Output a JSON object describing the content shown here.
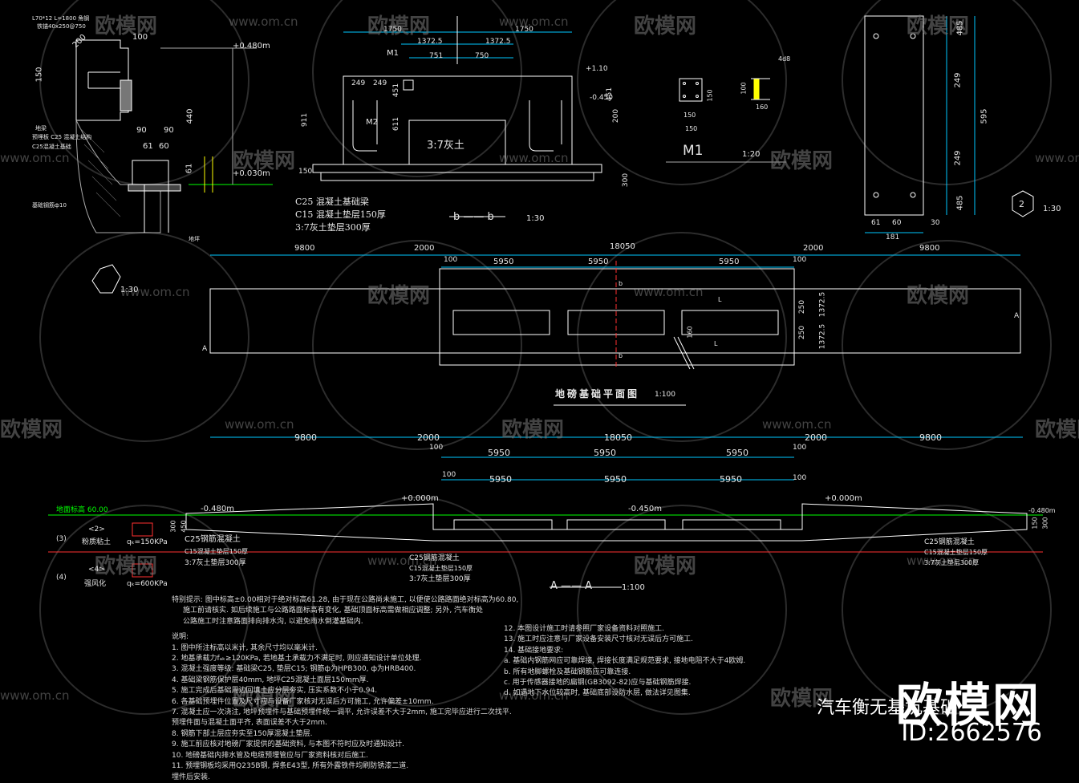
{
  "watermark": {
    "brand": "欧模网",
    "url": "www.om.cn"
  },
  "detail_left": {
    "dims": [
      "100",
      "200",
      "150",
      "440",
      "90",
      "90",
      "61",
      "60",
      "61",
      "+0.480m",
      "+0.030m"
    ],
    "callout": "1:30",
    "notes": [
      "L70*12 L=1800 角钢",
      "铁锚40x250@750",
      "地梁",
      "预埋板 C25 混凝土结构",
      "C25混凝土基础",
      "基础钢筋ф10",
      "地坪"
    ]
  },
  "section_bb": {
    "dims": [
      "1750",
      "1750",
      "1372.5",
      "1372.5",
      "751",
      "750",
      "249",
      "249",
      "911",
      "611",
      "451",
      "451",
      "-0.450",
      "+1.10",
      "200",
      "150",
      "300"
    ],
    "labels": [
      "M1",
      "M2",
      "3:7灰土"
    ],
    "layers": [
      "C25 混凝土基础梁",
      "C15 混凝土垫层150厚",
      "3:7灰土垫层300厚"
    ],
    "title": "b —— b",
    "scale": "1:30"
  },
  "m1": {
    "label": "M1",
    "scale": "1:20",
    "dims": [
      "150",
      "150",
      "150",
      "100",
      "160",
      "4d8"
    ]
  },
  "plate_detail": {
    "dims": [
      "485",
      "249",
      "595",
      "249",
      "485",
      "61",
      "60",
      "30",
      "181"
    ],
    "callout": "2",
    "scale": "1:30"
  },
  "plan": {
    "title": "地磅基础平面图",
    "scale": "1:100",
    "dims_top": [
      "9800",
      "2000",
      "18050",
      "2000",
      "9800"
    ],
    "dims_mid": [
      "100",
      "5950",
      "5950",
      "5950",
      "100"
    ],
    "labels": [
      "A",
      "A",
      "b",
      "b",
      "1372.5",
      "1372.5",
      "250",
      "250",
      "L",
      "L",
      "160"
    ]
  },
  "section_aa": {
    "title": "A —— A",
    "scale": "1:100",
    "dims_top": [
      "9800",
      "2000",
      "18050",
      "2000",
      "9800"
    ],
    "dims_row1": [
      "100",
      "5950",
      "5950",
      "5950",
      "100"
    ],
    "dims_row2": [
      "100",
      "5950",
      "5950",
      "5950",
      "100"
    ],
    "elevations": [
      "-0.480m",
      "+0.000m",
      "-0.450m",
      "+0.000m",
      "-0.480m"
    ],
    "ground": "地面标高 60.00",
    "soil_legend": [
      {
        "num": "(3)",
        "code": "<2>",
        "name": "粉质粘土",
        "q": "qₖ=150KPa"
      },
      {
        "num": "(4)",
        "code": "<4>",
        "name": "强风化",
        "q": "qₖ=600KPa"
      }
    ],
    "layers_left": [
      "C25钢筋混凝土",
      "C15混凝土垫层150厚",
      "3:7灰土垫层300厚"
    ],
    "layers_mid": [
      "C25钢筋混凝土",
      "C15混凝土垫层150厚",
      "3:7灰土垫层300厚"
    ],
    "layers_right": [
      "C25钢筋混凝土",
      "C15混凝土垫层150厚",
      "3:7灰土垫层300厚"
    ],
    "dims_side": [
      "300",
      "450",
      "150",
      "300"
    ]
  },
  "notes_left": [
    "特别提示: 图中标高±0.00相对于绝对标高61.28, 由于现在公路尚未施工, 以便使公路路面绝对标高为60.80,",
    "施工前请核实. 如后续施工与公路路面标高有变化, 基础顶面标高需做相应调整; 另外, 汽车衡处",
    "公路施工时注意路面排向排水沟, 以避免雨水倒灌基础内.",
    "说明:",
    "1. 图中所注标高以米计, 其余尺寸均以毫米计.",
    "2. 地基承载力fₐₖ≥120KPa, 若地基土承载力不满足时, 则应通知设计单位处理.",
    "3. 混凝土强度等级: 基础梁C25, 垫层C15; 钢筋ф为HPB300, ф为HRB400.",
    "4. 基础梁钢筋保护层40mm, 地坪C25混凝土面层150mm厚.",
    "5. 施工完成后基础周边回填土应分层夯实, 压实系数不小于0.94.",
    "6. 各基础预埋件位置及尺寸应与设备厂家核对无误后方可施工, 允许偏差±10mm.",
    "7. 混凝土应一次浇注, 地坪预埋件与基础预埋件统一调平, 允许误差不大于2mm, 施工完毕应进行二次找平.",
    "   预埋件面与混凝土面平齐, 表面误差不大于2mm.",
    "8. 钢筋下部土层应夯实至150厚混凝土垫层.",
    "9. 施工前应核对地磅厂家提供的基础资料, 与本图不符时应及时通知设计.",
    "10. 地磅基础内排水管及电缆预埋管应与厂家资料核对后施工.",
    "11. 预埋钢板均采用Q235B钢, 焊条E43型, 所有外露铁件均刷防锈漆二道.",
    "    埋件后安装."
  ],
  "notes_right": [
    "12. 本图设计施工时请参照厂家设备资料对照施工.",
    "13. 施工时应注意与厂家设备安装尺寸核对无误后方可施工.",
    "14. 基础接地要求:",
    "a. 基础内钢筋网应可靠焊接, 焊接长度满足规范要求, 接地电阻不大于4欧姆.",
    "b. 所有地脚螺栓及基础钢筋应可靠连接.",
    "c. 用于传感器接地的扁钢(GB3092-82)应与基础钢筋焊接.",
    "d. 如遇地下水位较高时, 基础底部设防水层, 做法详见图集."
  ],
  "drawing_title": "汽车衡无基坑基础",
  "brand_logo": "欧模网",
  "id_label": "ID:2662576"
}
